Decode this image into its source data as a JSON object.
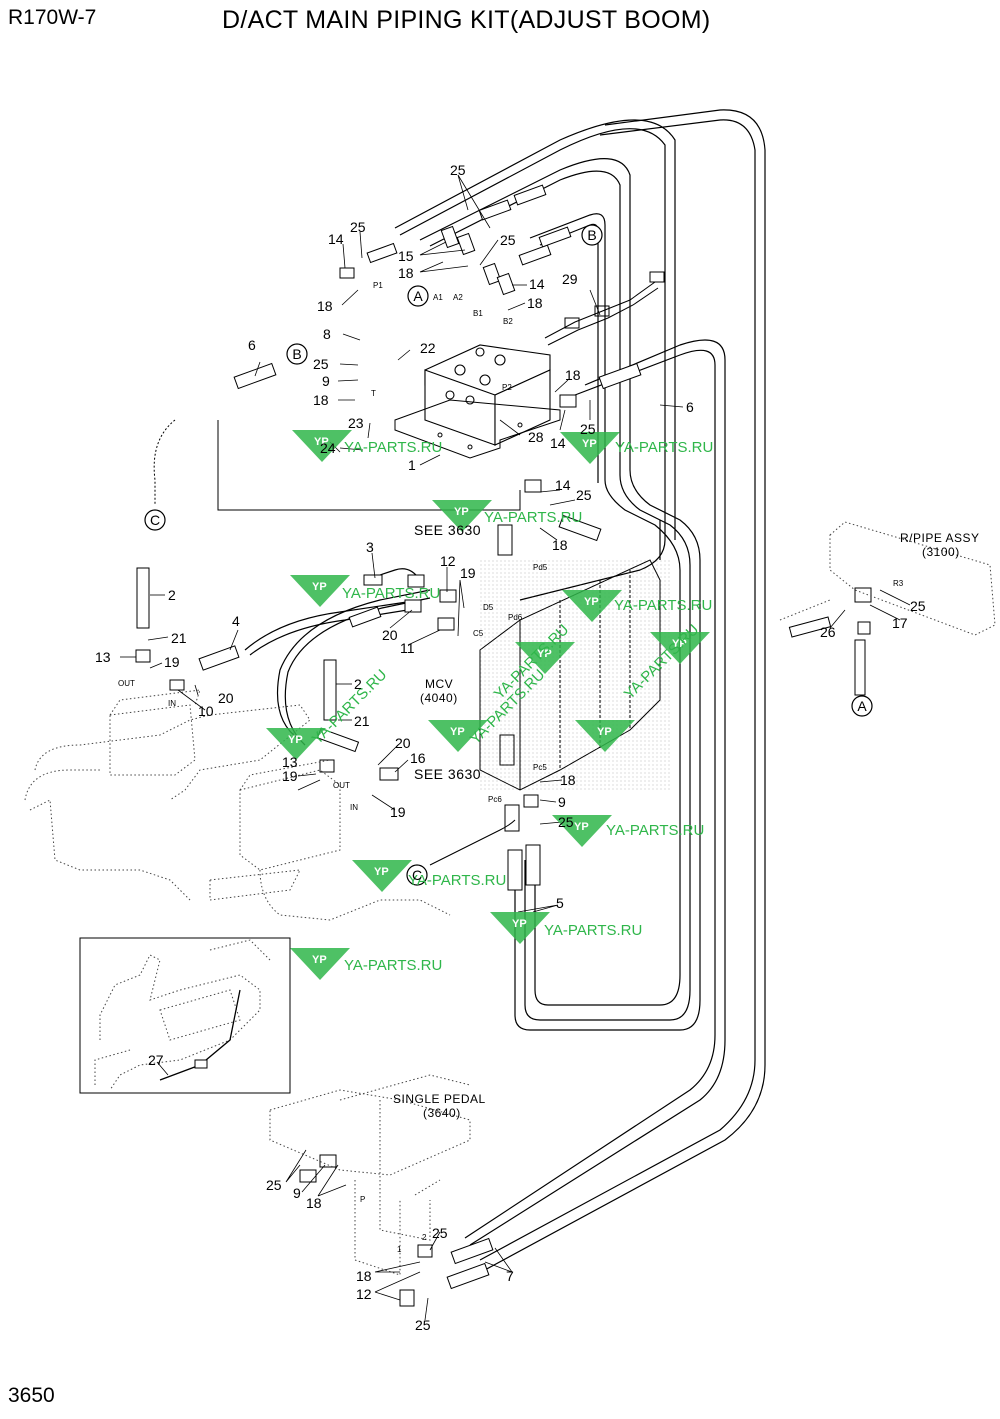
{
  "header": {
    "model": "R170W-7",
    "title": "D/ACT MAIN PIPING KIT(ADJUST BOOM)",
    "page_number": "3650"
  },
  "callouts": {
    "A": "A",
    "B": "B",
    "C": "C"
  },
  "annotations": {
    "see1": "SEE 3630",
    "see2": "SEE 3630",
    "mcv": "MCV",
    "mcv_ref": "(4040)",
    "rpipe": "R/PIPE ASSY",
    "rpipe_ref": "(3100)",
    "pedal": "SINGLE PEDAL",
    "pedal_ref": "(3640)"
  },
  "port_labels": [
    "P1",
    "A1",
    "A2",
    "B1",
    "B2",
    "P2",
    "T",
    "D5",
    "C5",
    "Pd5",
    "Pd6",
    "Pc5",
    "Pc6",
    "R3",
    "OUT",
    "IN",
    "OUT",
    "IN",
    "P",
    "1",
    "2"
  ],
  "part_labels": [
    "25",
    "14",
    "25",
    "15",
    "25",
    "18",
    "14",
    "18",
    "18",
    "29",
    "8",
    "22",
    "25",
    "9",
    "18",
    "23",
    "24",
    "1",
    "28",
    "6",
    "6",
    "18",
    "14",
    "25",
    "14",
    "25",
    "18",
    "3",
    "12",
    "19",
    "2",
    "21",
    "4",
    "20",
    "11",
    "13",
    "19",
    "10",
    "20",
    "2",
    "21",
    "20",
    "16",
    "19",
    "13",
    "19",
    "18",
    "9",
    "25",
    "5",
    "27",
    "25",
    "9",
    "18",
    "25",
    "18",
    "12",
    "25",
    "7",
    "25",
    "17",
    "26",
    "B",
    "B",
    "A",
    "C",
    "C",
    "A"
  ],
  "watermark": {
    "text": "YA-PARTS.RU",
    "logo": "YP",
    "color": "#2fb64a"
  }
}
